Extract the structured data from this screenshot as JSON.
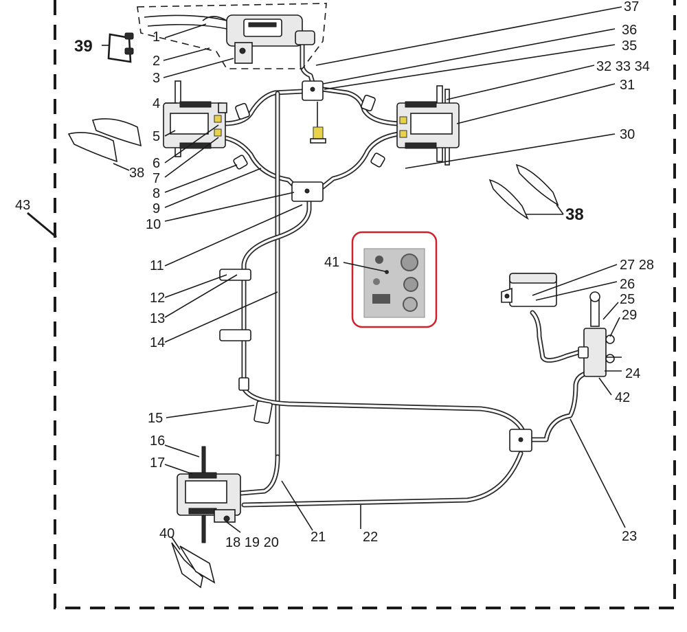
{
  "labels": {
    "n1": "1",
    "n2": "2",
    "n3": "3",
    "n4": "4",
    "n5": "5",
    "n6": "6",
    "n7": "7",
    "n8": "8",
    "n9": "9",
    "n10": "10",
    "n11": "11",
    "n12": "12",
    "n13": "13",
    "n14": "14",
    "n15": "15",
    "n16": "16",
    "n17": "17",
    "n18_20": "18 19 20",
    "n21": "21",
    "n22": "22",
    "n23": "23",
    "n24": "24",
    "n25": "25",
    "n26": "26",
    "n27_28": "27 28",
    "n29": "29",
    "n30": "30",
    "n31": "31",
    "n32_34": "32 33 34",
    "n35": "35",
    "n36": "36",
    "n37": "37",
    "n38a": "38",
    "n38b": "38",
    "n39": "39",
    "n40": "40",
    "n41": "41",
    "n42": "42",
    "n43": "43"
  },
  "colors": {
    "line": "#1a1a1a",
    "highlight": "#d0202a",
    "fitting": "#e8d24a",
    "background": "#ffffff"
  }
}
